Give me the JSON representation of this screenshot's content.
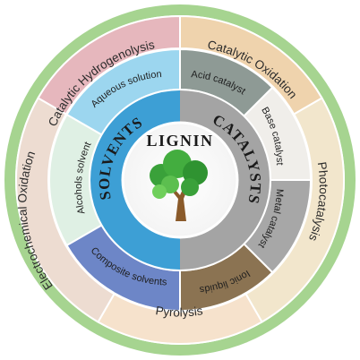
{
  "center": {
    "title": "LIGNIN"
  },
  "rings": {
    "solvents_title": "SOLVENTS",
    "catalysts_title": "CATALYSTS"
  },
  "outer_sectors": [
    {
      "id": "catalytic-hydrogenolysis",
      "label": "Catalytic Hydrogenolysis",
      "color": "#e6b7bd"
    },
    {
      "id": "catalytic-oxidation",
      "label": "Catalytic Oxidation",
      "color": "#efd3ad"
    },
    {
      "id": "photocatalysis",
      "label": "Photocatalysis",
      "color": "#f2e6cc"
    },
    {
      "id": "pyrolysis",
      "label": "Pyrolysis",
      "color": "#f6e2cc"
    },
    {
      "id": "electrochemical-oxidation",
      "label": "Electrochemical Oxidation",
      "color": "#eddcd1"
    }
  ],
  "solvent_sectors": [
    {
      "id": "aqueous-solution",
      "label": "Aqueous solution",
      "color": "#9cd6ef"
    },
    {
      "id": "alcohols-solvent",
      "label": "Alcohols solvent",
      "color": "#dff0e4"
    },
    {
      "id": "composite-solvents",
      "label": "Composite solvents",
      "color": "#6d86c7"
    }
  ],
  "catalyst_sectors": [
    {
      "id": "acid-catalyst",
      "label": "Acid catalyst",
      "color": "#8e9a95"
    },
    {
      "id": "base-catalyst",
      "label": "Base catalyst",
      "color": "#f0eeea"
    },
    {
      "id": "metal-catalyst",
      "label": "Metal catalyst",
      "color": "#a7a7a7"
    },
    {
      "id": "ionic-liquids",
      "label": "Ionic liquids",
      "color": "#8b7352"
    }
  ],
  "colors": {
    "border_ring": "#a6d490",
    "solvent_ring": "#3d9fd5",
    "catalyst_ring": "#a4a4a4",
    "tree_foliage": "#3aa13a",
    "tree_trunk": "#8a5a2a"
  }
}
